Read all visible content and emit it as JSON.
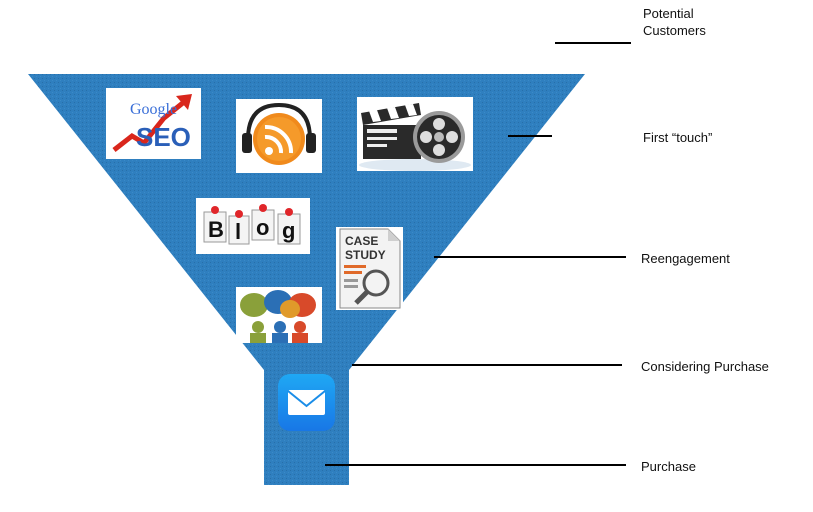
{
  "funnel": {
    "fill_color": "#2f7fbf",
    "stages": [
      {
        "id": "potential",
        "label_lines": [
          "Potential",
          "Customers"
        ]
      },
      {
        "id": "first-touch",
        "label": "First “touch”"
      },
      {
        "id": "reengagement",
        "label": "Reengagement"
      },
      {
        "id": "considering",
        "label": "Considering Purchase"
      },
      {
        "id": "purchase",
        "label": "Purchase"
      }
    ]
  },
  "icons": {
    "seo": {
      "icon": "google-seo-icon",
      "brand_text": "Google",
      "label": "SEO"
    },
    "podcast": {
      "icon": "podcast-rss-headphones-icon"
    },
    "video": {
      "icon": "film-clapper-reel-icon"
    },
    "blog": {
      "icon": "blog-letters-icon",
      "letters": [
        "B",
        "l",
        "o",
        "g"
      ]
    },
    "case_study": {
      "icon": "case-study-document-icon",
      "title_lines": [
        "CASE",
        "STUDY"
      ]
    },
    "social": {
      "icon": "people-speech-bubbles-icon"
    },
    "email": {
      "icon": "mail-envelope-icon"
    }
  }
}
